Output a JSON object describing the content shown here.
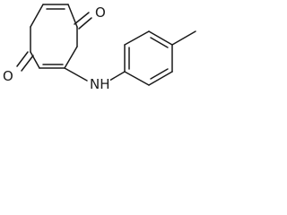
{
  "structure": {
    "atoms": {
      "oxygen_top": "O",
      "oxygen_left": "O",
      "amine": "NH"
    },
    "colors": {
      "ink": "#1a1a1a",
      "background": "#ffffff"
    }
  }
}
